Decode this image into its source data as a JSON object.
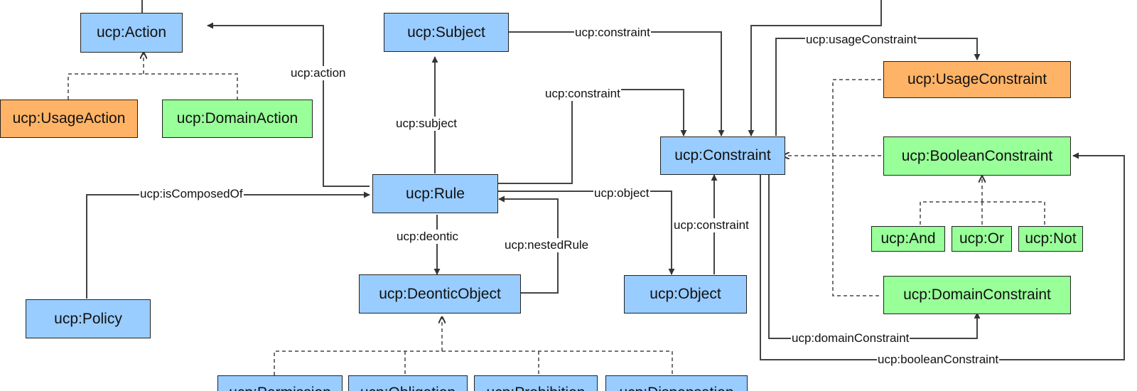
{
  "nodes": {
    "action": "ucp:Action",
    "usage_action": "ucp:UsageAction",
    "domain_action": "ucp:DomainAction",
    "subject": "ucp:Subject",
    "rule": "ucp:Rule",
    "policy": "ucp:Policy",
    "deontic_object": "ucp:DeonticObject",
    "permission": "ucp:Permission",
    "obligation": "ucp:Obligation",
    "prohibition": "ucp:Prohibition",
    "dispensation": "ucp:Dispensation",
    "constraint": "ucp:Constraint",
    "object": "ucp:Object",
    "usage_constraint": "ucp:UsageConstraint",
    "boolean_constraint": "ucp:BooleanConstraint",
    "and": "ucp:And",
    "or": "ucp:Or",
    "not": "ucp:Not",
    "domain_constraint": "ucp:DomainConstraint"
  },
  "edge_labels": {
    "action": "ucp:action",
    "subject": "ucp:subject",
    "constraint_subject": "ucp:constraint",
    "constraint_rule": "ucp:constraint",
    "constraint_object": "ucp:constraint",
    "usage_constraint": "ucp:usageConstraint",
    "is_composed_of": "ucp:isComposedOf",
    "object": "ucp:object",
    "deontic": "ucp:deontic",
    "nested_rule": "ucp:nestedRule",
    "domain_constraint": "ucp:domainConstraint",
    "boolean_constraint": "ucp:booleanConstraint"
  },
  "colors": {
    "class_node": "#99ccff",
    "usage_node": "#ffb366",
    "domain_node": "#99ff99",
    "edge": "#444444"
  }
}
